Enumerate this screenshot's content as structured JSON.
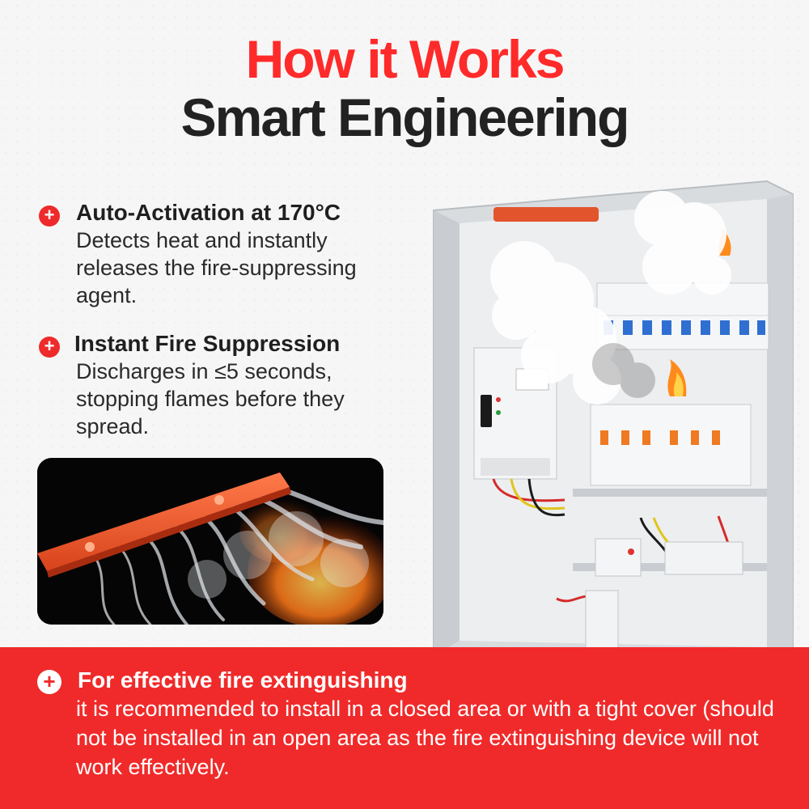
{
  "headline": {
    "line1": "How it Works",
    "line2": "Smart Engineering"
  },
  "features": [
    {
      "icon": "plus-circle-icon",
      "title": "Auto-Activation at 170°C",
      "body": "Detects heat and instantly releases the fire-suppressing agent."
    },
    {
      "icon": "plus-circle-icon",
      "title": "Instant Fire Suppression",
      "body": "Discharges in ≤5 seconds, stopping flames before they spread."
    }
  ],
  "footer": {
    "icon": "plus-circle-icon",
    "title": "For effective fire extinguishing",
    "body": "it is recommended to install in a closed area or with a tight cover (should not be installed in an open area as the fire extinguishing device will not work effectively."
  },
  "colors": {
    "accent": "#f02a2a",
    "headline_dark": "#222222",
    "background": "#f6f6f6"
  }
}
